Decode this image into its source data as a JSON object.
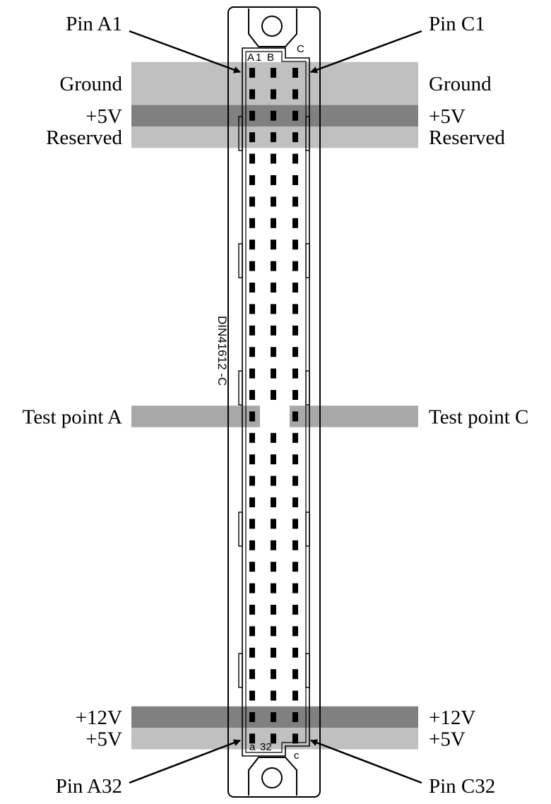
{
  "diagram": {
    "connector_marking": "DIN41612 -C",
    "column_labels_top": {
      "a": "A",
      "one": "1",
      "b": "B",
      "c": "C"
    },
    "column_labels_bottom": {
      "a": "a",
      "num": "32",
      "c": "c"
    },
    "pin_callouts": {
      "top_left": "Pin A1",
      "top_right": "Pin C1",
      "bottom_left": "Pin A32",
      "bottom_right": "Pin C32"
    },
    "bands": [
      {
        "left_label": "Ground",
        "right_label": "Ground",
        "color": "#c0c0c0",
        "row_start": 1,
        "row_end": 2,
        "full": true
      },
      {
        "left_label": "+5V",
        "right_label": "+5V",
        "color": "#808080",
        "row_start": 3,
        "row_end": 3,
        "full": true
      },
      {
        "left_label": "Reserved",
        "right_label": "Reserved",
        "color": "#c0c0c0",
        "row_start": 4,
        "row_end": 4,
        "full": true
      },
      {
        "left_label": "Test point A",
        "right_label": "Test point C",
        "color": "#a8a8a8",
        "row_start": 17,
        "row_end": 17,
        "full": false
      },
      {
        "left_label": "+12V",
        "right_label": "+12V",
        "color": "#808080",
        "row_start": 31,
        "row_end": 31,
        "full": true
      },
      {
        "left_label": "+5V",
        "right_label": "+5V",
        "color": "#c0c0c0",
        "row_start": 32,
        "row_end": 32,
        "full": true
      }
    ],
    "rows": 32,
    "columns": [
      "a",
      "b",
      "c"
    ],
    "missing_pins": [
      {
        "row": 17,
        "col": "b"
      }
    ]
  }
}
